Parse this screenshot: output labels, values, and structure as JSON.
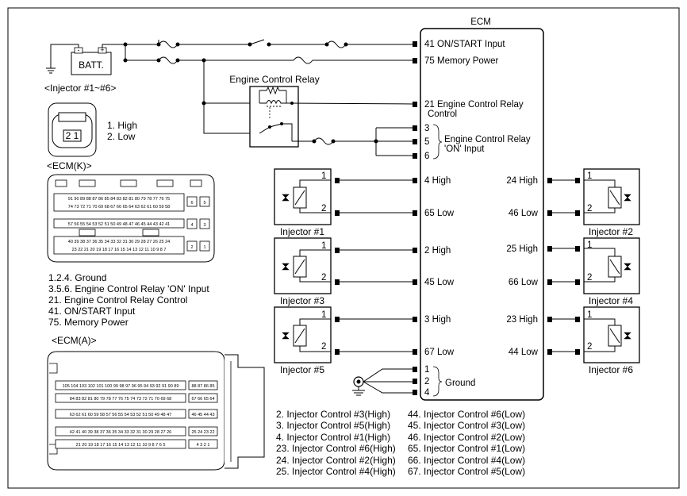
{
  "ecm": {
    "title": "ECM",
    "pins_left": {
      "p41": "41 ON/START Input",
      "p75": "75 Memory Power",
      "p21_line1": "21 Engine Control Relay",
      "p21_line2": "Control",
      "p3": "3",
      "p5": "5",
      "p6": "6",
      "on_input_line1": "Engine Control Relay",
      "on_input_line2": "'ON' Input",
      "p4": "4 High",
      "p65": "65 Low",
      "p2": "2 High",
      "p45": "45 Low",
      "p3h": "3 High",
      "p67": "67 Low",
      "g1": "1",
      "g2": "2",
      "g4": "4",
      "ground": "Ground"
    },
    "pins_right": {
      "p24": "24 High",
      "p46": "46 Low",
      "p25": "25 High",
      "p66": "66 Low",
      "p23": "23 High",
      "p44": "44 Low"
    }
  },
  "battery": {
    "label": "BATT.",
    "minus": "-",
    "plus": "+"
  },
  "relay": {
    "label": "Engine Control Relay"
  },
  "injectors": {
    "inj1": "Injector #1",
    "inj2": "Injector #2",
    "inj3": "Injector #3",
    "inj4": "Injector #4",
    "inj5": "Injector #5",
    "inj6": "Injector #6",
    "pin1": "1",
    "pin2": "2"
  },
  "injector_connector": {
    "title": "<Injector #1~#6>",
    "pins_face": "2 1",
    "legend": [
      "1. High",
      "2. Low"
    ]
  },
  "ecm_k": {
    "title": "<ECM(K)>",
    "row1": "91 90 89 88 87 86 85 84 83 82 81 80 79 78 77 76 75",
    "row2": "74 73 72 71 70 69 68 67 66 65 64 63 62 61 60 59 58",
    "row3": "57 56 55 54 53 52 51 50 49 48 47 46 45 44 43 42 41",
    "row4": "40 39 38 37 36 35 34 33 32 31 30 29 28 27 26 25 24",
    "row5": "23 22 21 20 19 18 17 16 15 14 13 12 11 10 9 8 7",
    "side": [
      "6",
      "5",
      "4",
      "3",
      "2",
      "1"
    ],
    "legend": [
      "1.2.4. Ground",
      "3.5.6. Engine Control Relay 'ON' Input",
      "21. Engine Control Relay Control",
      "41. ON/START Input",
      "75. Memory Power"
    ]
  },
  "ecm_a": {
    "title": "<ECM(A)>",
    "row1": "105 104 103 102 101 100 99 98 97 96 95 94 93 92 91 90 89",
    "row1_side": "88 87 86 85",
    "row2": "84 83 82 81 80 79 78 77 76 75 74 73 72 71 70 69 68",
    "row2_side": "67 66 65 64",
    "row3": "63 62 61 60 59 58 57 56 55 54 53 52 51 50 49 48 47",
    "row3_side": "46 45 44 43",
    "row4": "42 41 40 39 38 37 36 35 34 33 32 31 30 29 28 27 26",
    "row4_side": "25 24 23 22",
    "row5": "21 20 19 18 17 16 15 14 13 12 11 10 9 8 7 6 5",
    "row5_side": "4 3 2 1"
  },
  "ecm_a_legend": {
    "left": [
      "2. Injector Control #3(High)",
      "3. Injector Control #5(High)",
      "4. Injector Control #1(High)",
      "23. Injector Control #6(High)",
      "24. Injector Control #2(High)",
      "25. Injector Control #4(High)"
    ],
    "right": [
      "44. Injector Control #6(Low)",
      "45. Injector Control #3(Low)",
      "46. Injector Control #2(Low)",
      "65. Injector Control #1(Low)",
      "66. Injector Control #4(Low)",
      "67. Injector Control #5(Low)"
    ]
  }
}
